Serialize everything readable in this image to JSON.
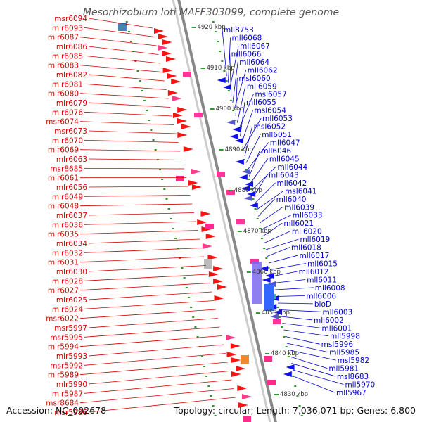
{
  "title": "Mesorhizobium loti MAFF303099, complete genome",
  "accession": "Accession: NC_002678",
  "topology": "Topology: circular; Length: 7,036,071 bp; Genes: 6,800",
  "colors": {
    "left_label": "#d40000",
    "right_label": "#0000cc",
    "axis": "#999999",
    "tick": "#22aa22"
  },
  "scale_labels": [
    "4920 kbp",
    "4910 kbp",
    "4900 kbp",
    "4890 kbp",
    "4880 kbp",
    "4870 kbp",
    "4860 kbp",
    "4850 kbp",
    "4840 kbp",
    "4830 kbp"
  ],
  "left_genes": [
    "msr6094",
    "mlr6093",
    "mlr6087",
    "mlr6086",
    "mlr6085",
    "mlr6083",
    "mlr6082",
    "mlr6081",
    "mlr6080",
    "mlr6079",
    "mlr6076",
    "msr6074",
    "msr6073",
    "mlr6070",
    "mlr6069",
    "mlr6063",
    "msr8685",
    "mlr6061",
    "mlr6056",
    "mlr6049",
    "mlr6048",
    "mlr6037",
    "mlr6036",
    "mlr6035",
    "mlr6034",
    "mlr6032",
    "mlr6031",
    "mlr6030",
    "mlr6028",
    "mlr6027",
    "mlr6025",
    "mlr6024",
    "msr6022",
    "msr5997",
    "msr5995",
    "mlr5994",
    "mlr5993",
    "msr5992",
    "mlr5989",
    "mlr5990",
    "mlr5987",
    "msr8684",
    "msr5986"
  ],
  "right_genes": [
    "mll8753",
    "mll6068",
    "mll6067",
    "mll6066",
    "mll6064",
    "mll6062",
    "msl6060",
    "mll6059",
    "msl6057",
    "mll6055",
    "msl6054",
    "mll6053",
    "msl6052",
    "mll6051",
    "mll6047",
    "mll6046",
    "mll6045",
    "mll6044",
    "mll6043",
    "mll6042",
    "msl6041",
    "mll6040",
    "mll6039",
    "mll6033",
    "mll6021",
    "mll6020",
    "mll6019",
    "mll6018",
    "mll6017",
    "mll6015",
    "mll6012",
    "mll6011",
    "mll6008",
    "mll6006",
    "bioD",
    "mll6003",
    "mll6002",
    "mll6001",
    "mll5998",
    "msl5996",
    "mll5985",
    "msl5982",
    "mll5981",
    "msl8683",
    "mll5970",
    "mll5967"
  ]
}
